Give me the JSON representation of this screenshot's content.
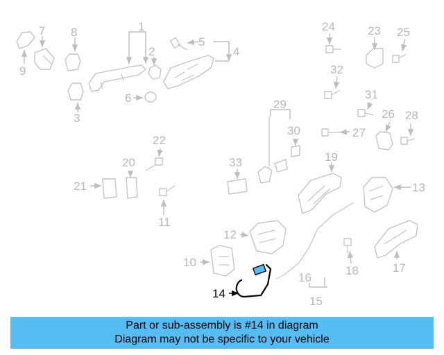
{
  "labels": [
    "1",
    "2",
    "3",
    "4",
    "5",
    "6",
    "7",
    "8",
    "9",
    "10",
    "11",
    "12",
    "13",
    "14",
    "15",
    "16",
    "17",
    "18",
    "19",
    "20",
    "21",
    "22",
    "23",
    "24",
    "25",
    "26",
    "27",
    "28",
    "29",
    "30",
    "31",
    "32",
    "33"
  ],
  "highlight_part": "14",
  "highlight_color": "#55bdf3",
  "banner": {
    "line1": "Part or sub-assembly is #14 in diagram",
    "line2": "Diagram may not be specific to your vehicle",
    "background": "#55bdf3"
  }
}
